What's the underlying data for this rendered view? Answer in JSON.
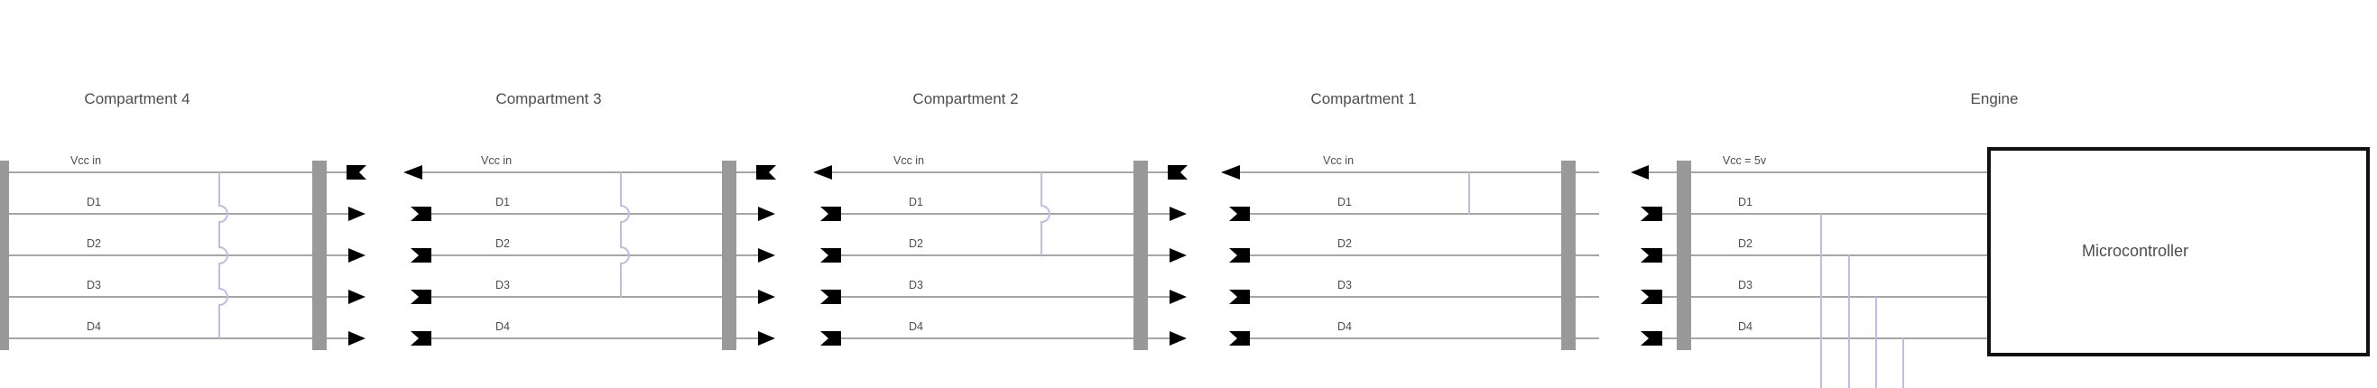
{
  "colors": {
    "background": "#ffffff",
    "wire": "#a6a6a6",
    "bulkhead_bar": "#999999",
    "jump_wire": "#bdbdeb",
    "arrow": "#000000",
    "box_border": "#111111",
    "text": "#4d4d4d"
  },
  "sections": [
    {
      "title": "Compartment 4",
      "wire_labels": [
        "Vcc in",
        "D1",
        "D2",
        "D3",
        "D4"
      ]
    },
    {
      "title": "Compartment 3",
      "wire_labels": [
        "Vcc in",
        "D1",
        "D2",
        "D3",
        "D4"
      ]
    },
    {
      "title": "Compartment 2",
      "wire_labels": [
        "Vcc in",
        "D1",
        "D2",
        "D3",
        "D4"
      ]
    },
    {
      "title": "Compartment 1",
      "wire_labels": [
        "Vcc in",
        "D1",
        "D2",
        "D3",
        "D4"
      ]
    },
    {
      "title": "Engine",
      "wire_labels": [
        "Vcc = 5v",
        "D1",
        "D2",
        "D3",
        "D4"
      ],
      "node_label": "Microcontroller"
    }
  ]
}
